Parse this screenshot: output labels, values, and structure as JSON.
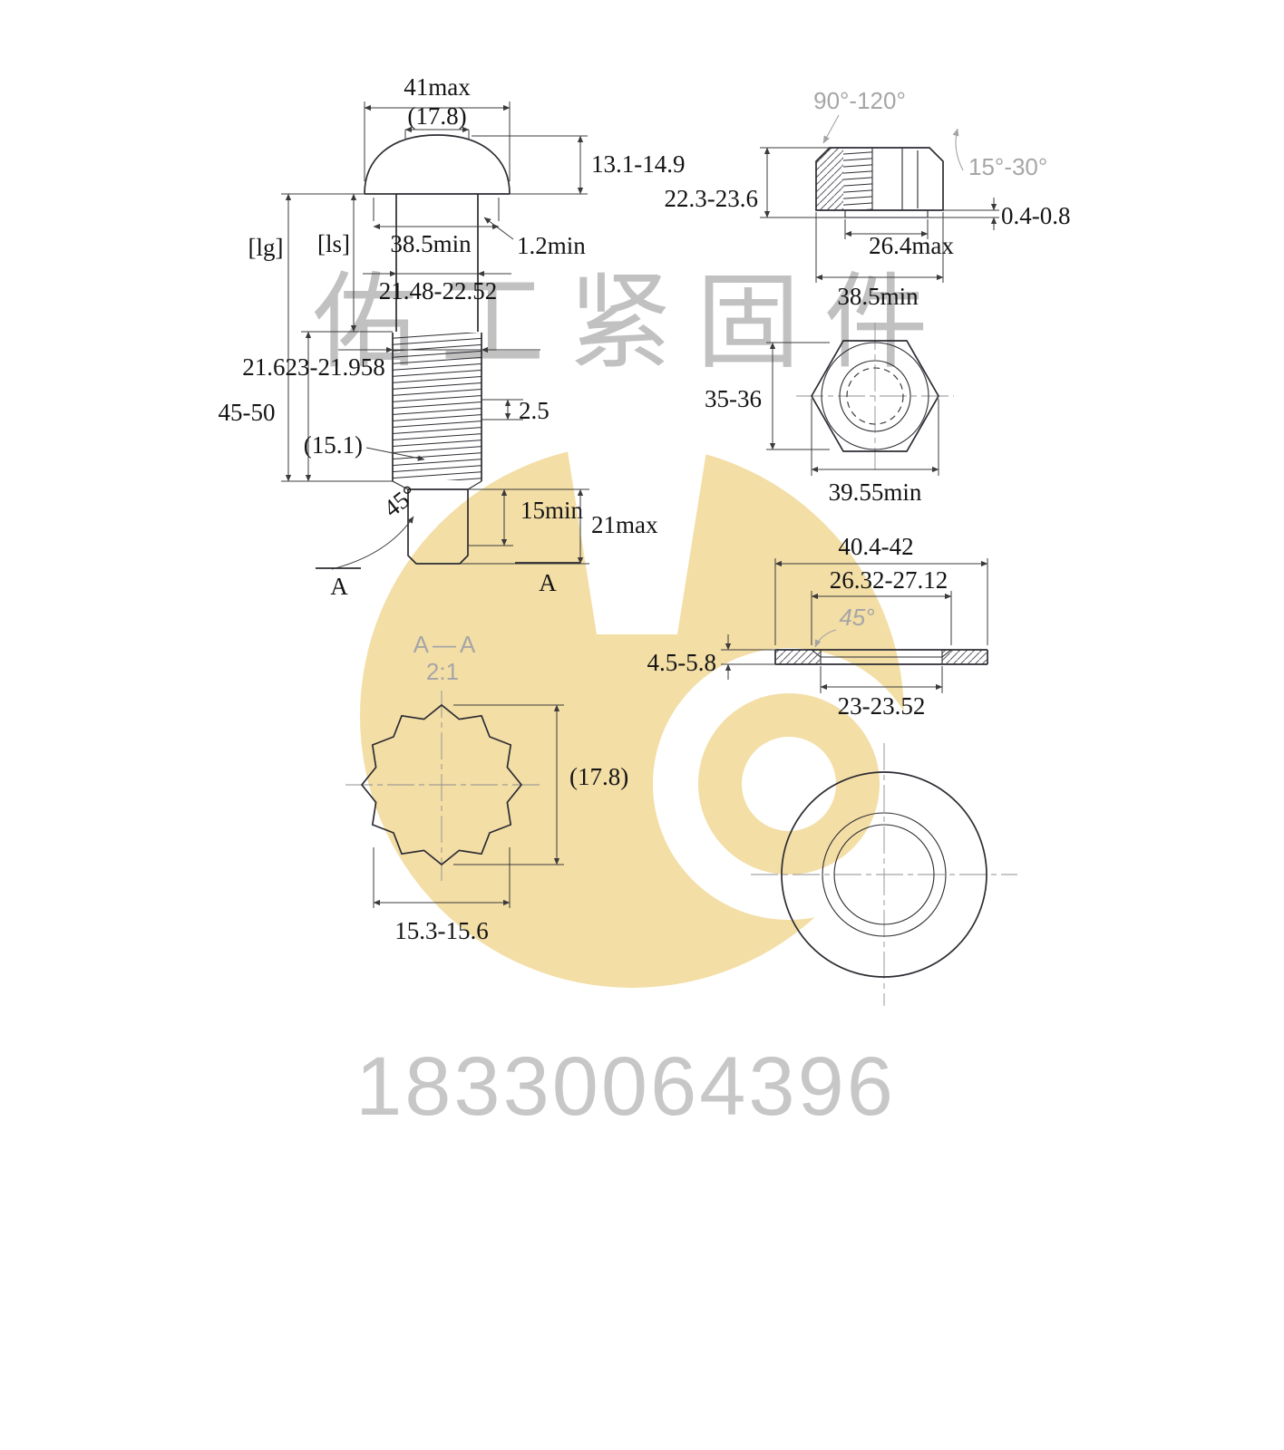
{
  "watermark": {
    "brand": "佑工紧固件",
    "phone": "18330064396"
  },
  "colors": {
    "line": "#2c2c33",
    "dim_text": "#141414",
    "note_text": "#a6a6a6",
    "logo": "#f3dea6"
  },
  "bolt": {
    "head_od": "41max",
    "ref_dia": "(17.8)",
    "head_height": "13.1-14.9",
    "lg": "[lg]",
    "ls": "[ls]",
    "bearing_dia": "38.5min",
    "fillet": "1.2min",
    "shank_dia": "21.48-22.52",
    "thread_dia": "21.623-21.958",
    "thread_len": "45-50",
    "minor_dia": "(15.1)",
    "pitch": "2.5",
    "spline_len": "15min",
    "tip_len": "21max",
    "chamfer_angle": "45°",
    "section_left": "A",
    "section_right": "A"
  },
  "nut_side": {
    "cone_angle": "90°-120°",
    "chamfer_angle": "15°-30°",
    "height": "22.3-23.6",
    "face_height": "0.4-0.8",
    "face_dia": "26.4max",
    "across_flats": "38.5min"
  },
  "nut_top": {
    "chamfer_dia": "35-36",
    "across_corners": "39.55min"
  },
  "washer_side": {
    "outer_dia": "40.4-42",
    "recess_dia": "26.32-27.12",
    "chamfer_angle": "45°",
    "thickness": "4.5-5.8",
    "hole_dia": "23-23.52"
  },
  "section_aa": {
    "title": "A—A",
    "scale": "2:1",
    "ref_dia": "(17.8)",
    "spline_dia": "15.3-15.6"
  }
}
